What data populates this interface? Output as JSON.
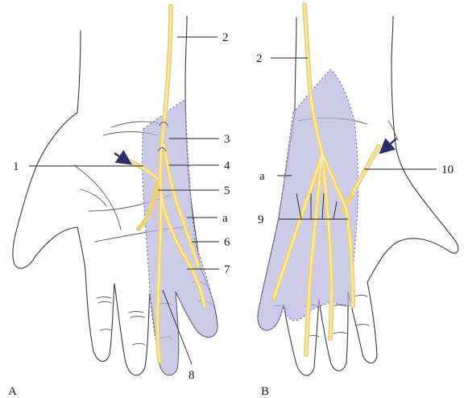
{
  "panels": {
    "left": {
      "label": "A"
    },
    "right": {
      "label": "B"
    }
  },
  "labels": {
    "n1": "1",
    "n2": "2",
    "n3": "3",
    "n4": "4",
    "n5": "5",
    "n6": "6",
    "n7": "7",
    "n8": "8",
    "n9": "9",
    "n10": "10",
    "a": "a"
  },
  "colors": {
    "nerve": "#ecd27a",
    "nerve_core": "#f8eab4",
    "shaded_zone": "#b8b6dc",
    "outline": "#3a3a3a",
    "arrow": "#2d2d6b"
  }
}
